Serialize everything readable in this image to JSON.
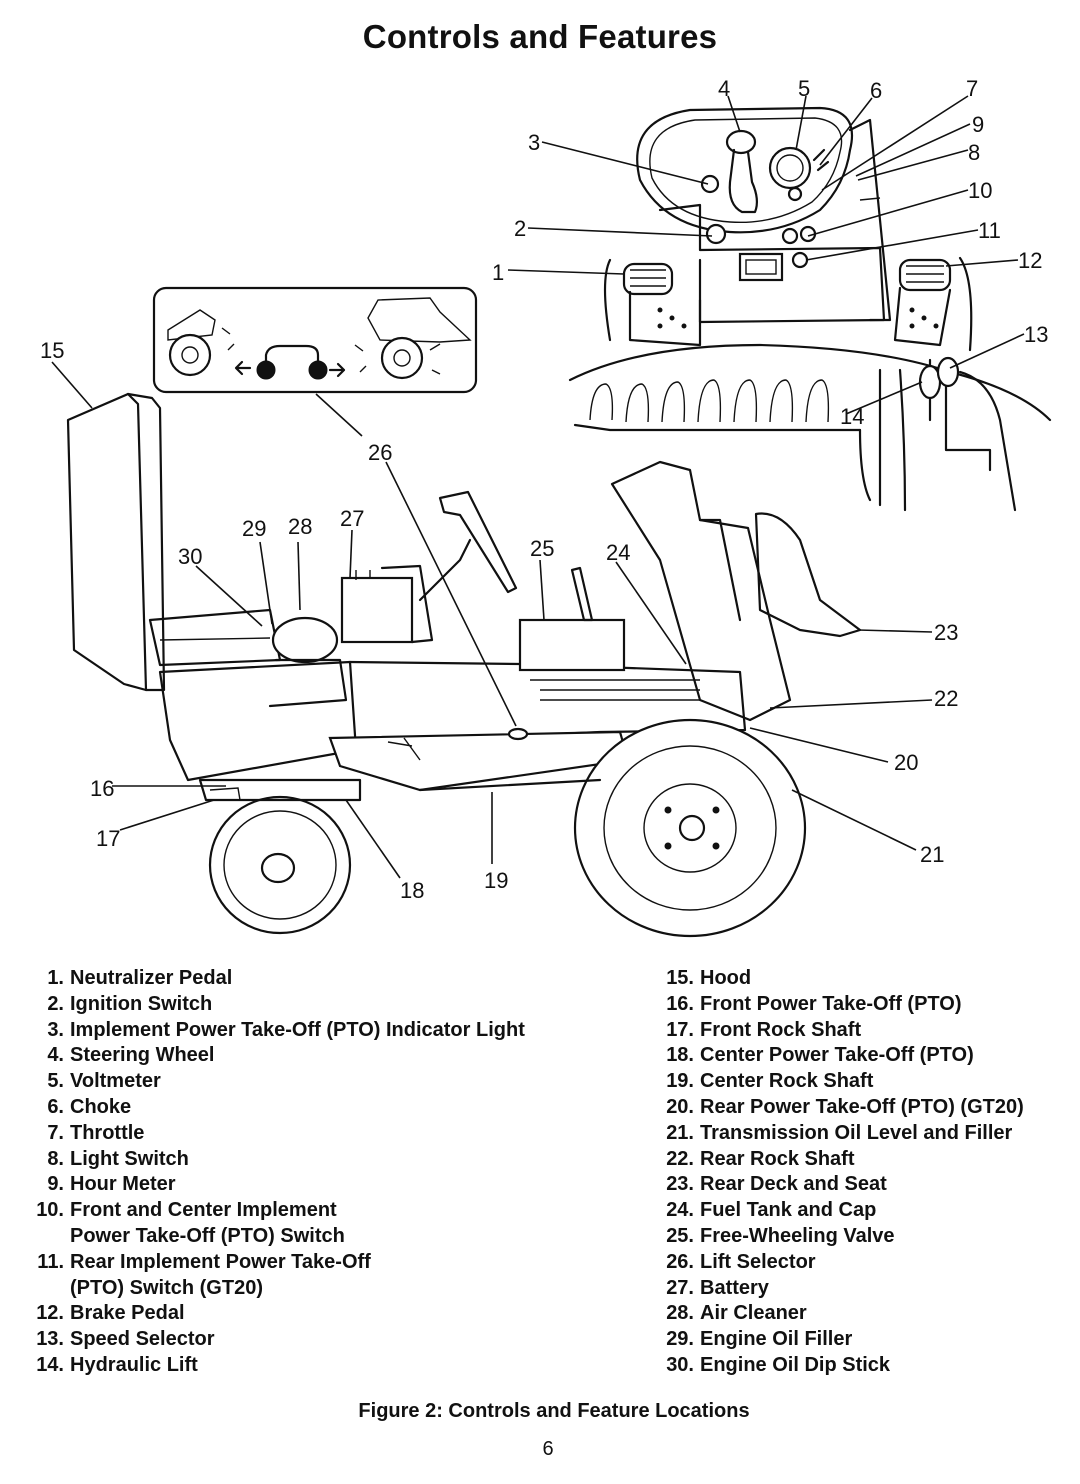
{
  "page_title": "Controls and Features",
  "callouts": [
    "1",
    "2",
    "3",
    "4",
    "5",
    "6",
    "7",
    "8",
    "9",
    "10",
    "11",
    "12",
    "13",
    "14",
    "15",
    "16",
    "17",
    "18",
    "19",
    "20",
    "21",
    "22",
    "23",
    "24",
    "25",
    "26",
    "27",
    "28",
    "29",
    "30"
  ],
  "legend_left": [
    {
      "num": "1.",
      "text": "Neutralizer Pedal"
    },
    {
      "num": "2.",
      "text": "Ignition Switch"
    },
    {
      "num": "3.",
      "text": "Implement Power Take-Off (PTO)  Indicator Light"
    },
    {
      "num": "4.",
      "text": "Steering Wheel"
    },
    {
      "num": "5.",
      "text": "Voltmeter"
    },
    {
      "num": "6.",
      "text": "Choke"
    },
    {
      "num": "7.",
      "text": "Throttle"
    },
    {
      "num": "8.",
      "text": "Light Switch"
    },
    {
      "num": "9.",
      "text": "Hour Meter"
    },
    {
      "num": "10.",
      "text": "Front and Center Implement",
      "cont": "Power Take-Off (PTO) Switch"
    },
    {
      "num": "11.",
      "text": "Rear Implement Power Take-Off",
      "cont": "(PTO) Switch (GT20)"
    },
    {
      "num": "12.",
      "text": "Brake Pedal"
    },
    {
      "num": "13.",
      "text": "Speed Selector"
    },
    {
      "num": "14.",
      "text": "Hydraulic Lift"
    }
  ],
  "legend_right": [
    {
      "num": "15.",
      "text": "Hood"
    },
    {
      "num": "16.",
      "text": "Front Power Take-Off (PTO)"
    },
    {
      "num": "17.",
      "text": "Front Rock Shaft"
    },
    {
      "num": "18.",
      "text": "Center Power Take-Off (PTO)"
    },
    {
      "num": "19.",
      "text": "Center Rock Shaft"
    },
    {
      "num": "20.",
      "text": "Rear Power Take-Off (PTO) (GT20)"
    },
    {
      "num": "21.",
      "text": "Transmission Oil Level and Filler"
    },
    {
      "num": "22.",
      "text": "Rear Rock Shaft"
    },
    {
      "num": "23.",
      "text": "Rear Deck and Seat"
    },
    {
      "num": "24.",
      "text": "Fuel Tank and Cap"
    },
    {
      "num": "25.",
      "text": "Free-Wheeling Valve"
    },
    {
      "num": "26.",
      "text": "Lift Selector"
    },
    {
      "num": "27.",
      "text": "Battery"
    },
    {
      "num": "28.",
      "text": "Air Cleaner"
    },
    {
      "num": "29.",
      "text": "Engine Oil Filler"
    },
    {
      "num": "30.",
      "text": "Engine Oil Dip Stick"
    }
  ],
  "figure_caption": "Figure 2: Controls and Feature Locations",
  "page_number": "6"
}
